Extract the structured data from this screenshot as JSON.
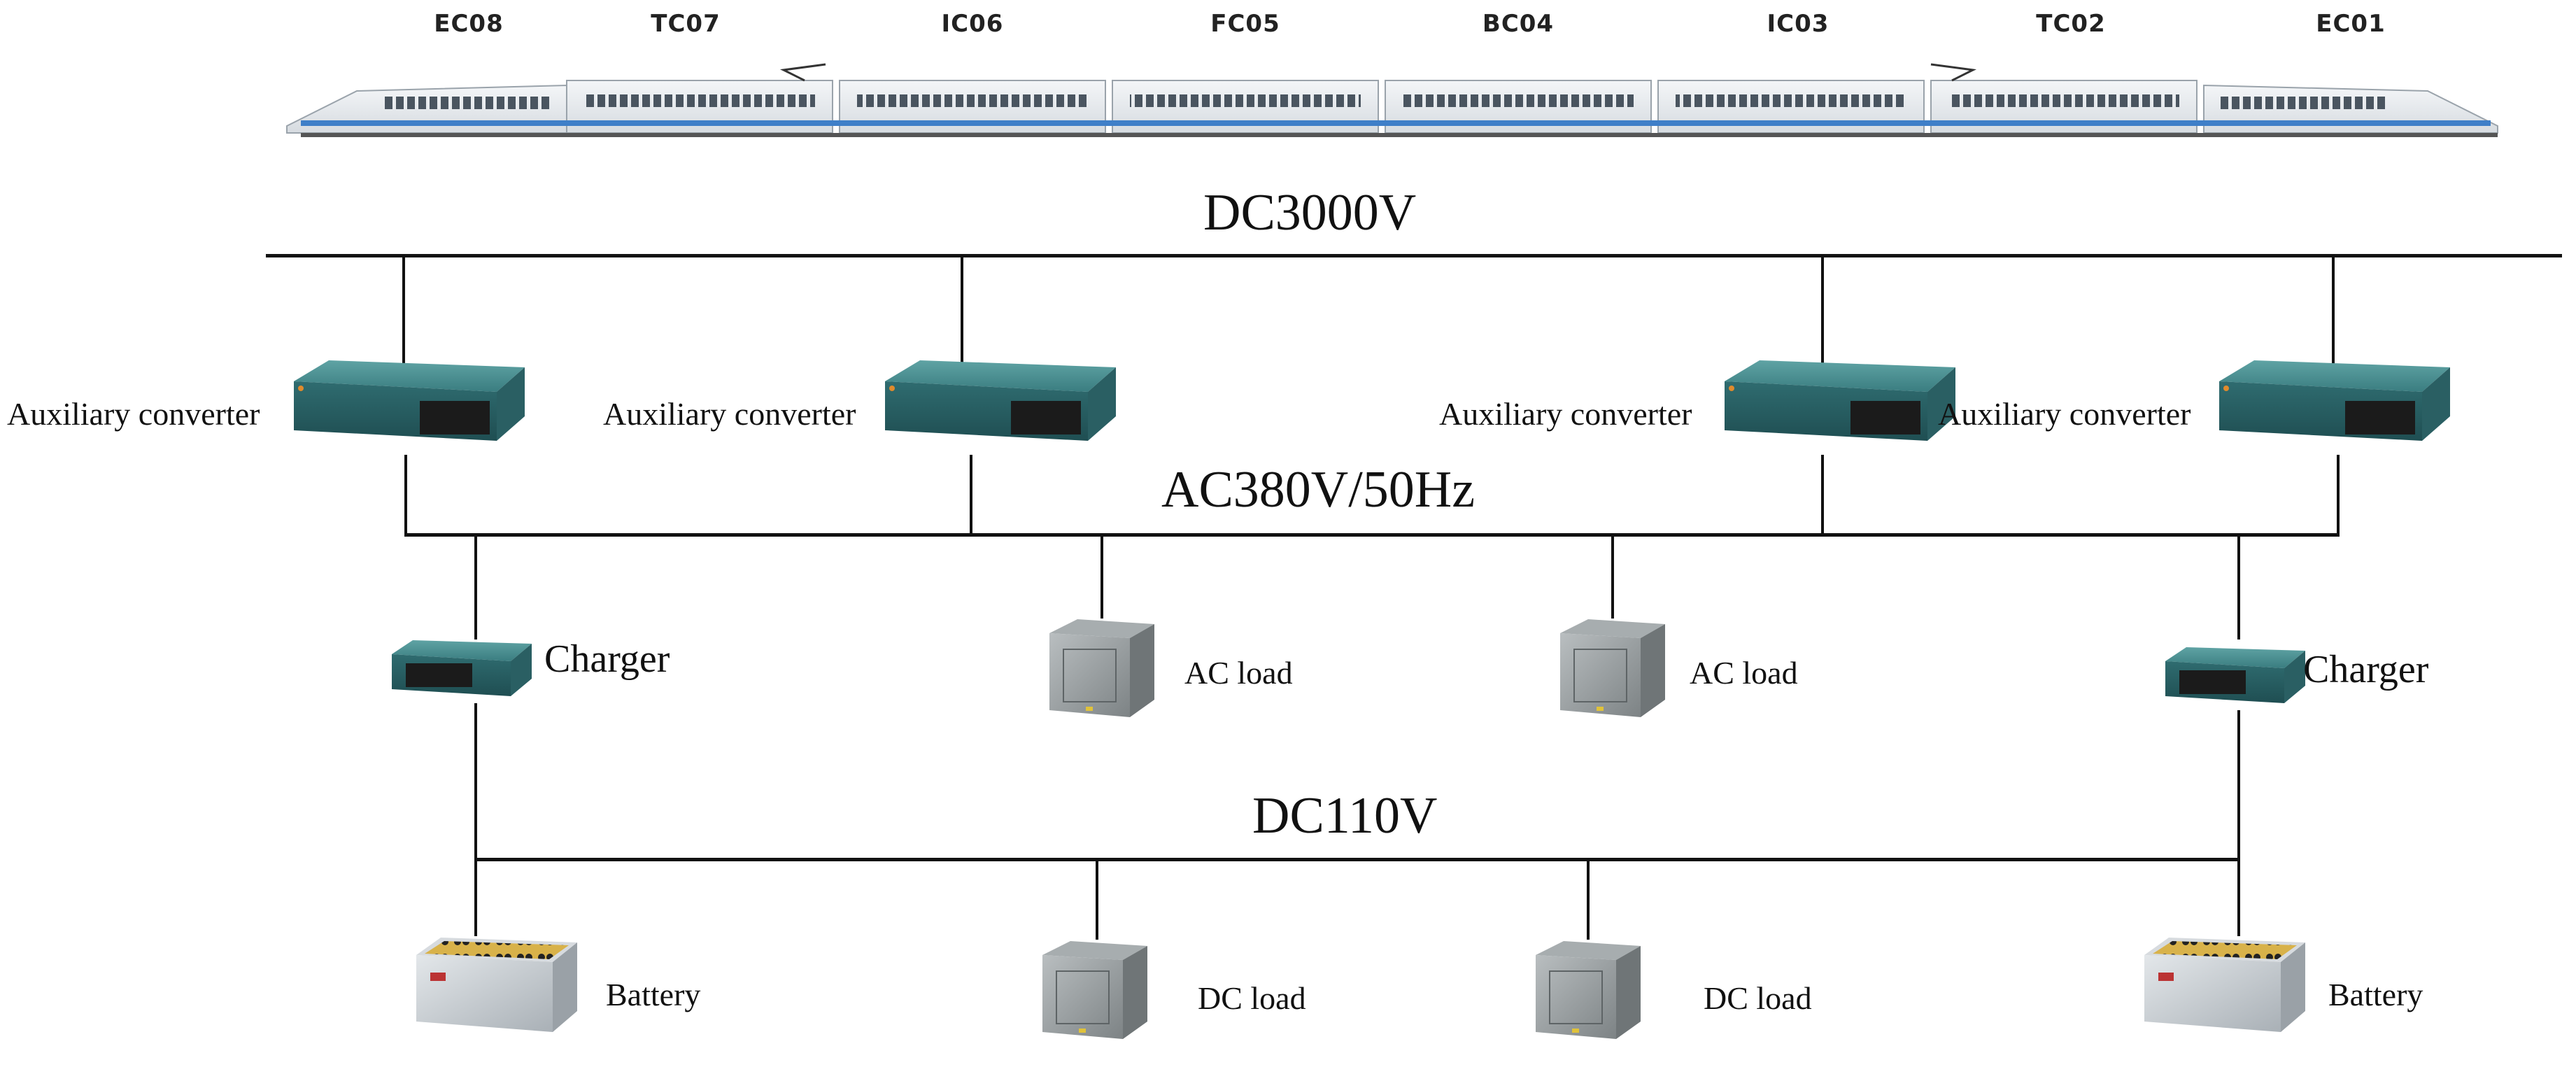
{
  "train": {
    "cars": [
      "EC08",
      "TC07",
      "IC06",
      "FC05",
      "BC04",
      "IC03",
      "TC02",
      "EC01"
    ]
  },
  "buses": {
    "dc3000": "DC3000V",
    "ac380": "AC380V/50Hz",
    "dc110": "DC110V"
  },
  "devices": {
    "converters": [
      "Auxiliary converter",
      "Auxiliary converter",
      "Auxiliary converter",
      "Auxiliary converter"
    ],
    "chargers": [
      "Charger",
      "Charger"
    ],
    "ac_loads": [
      "AC load",
      "AC load"
    ],
    "dc_loads": [
      "DC load",
      "DC load"
    ],
    "batteries": [
      "Battery",
      "Battery"
    ]
  },
  "icons": {
    "converter": "auxiliary-converter-icon",
    "charger": "charger-icon",
    "load": "load-cabinet-icon",
    "battery": "battery-icon"
  },
  "colors": {
    "converter_body": "#3a7d80",
    "load_body": "#8e9496",
    "battery_body": "#c9ced3",
    "train_stripe": "#3f7fc8"
  }
}
